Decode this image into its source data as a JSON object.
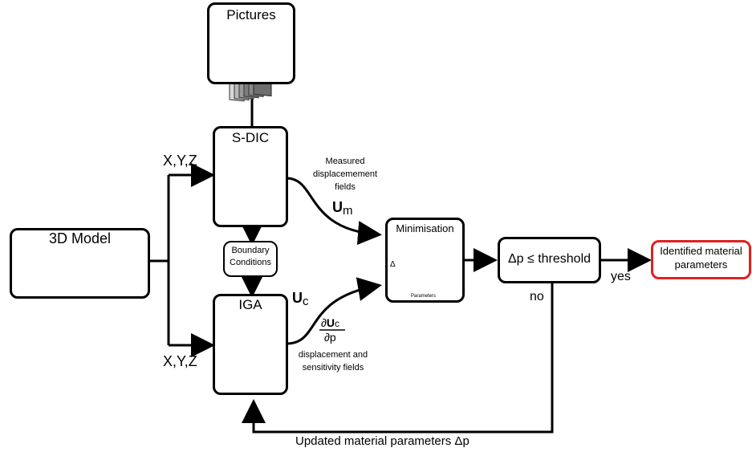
{
  "nodes": {
    "pictures": "Pictures",
    "sdic": "S-DIC",
    "model": "3D Model",
    "boundary": [
      "Boundary",
      "Conditions"
    ],
    "iga": "IGA",
    "minimisation": "Minimisation",
    "threshold": "Δp ≤ threshold",
    "identified": [
      "Identified material",
      "parameters"
    ]
  },
  "labels": {
    "xyz_top": "X,Y,Z",
    "xyz_bottom": "X,Y,Z",
    "measured": [
      "Measured",
      "displacemement",
      "fields"
    ],
    "um_base": "U",
    "um_sub": "m",
    "uc_base": "U",
    "uc_sub": "c",
    "deriv_num_a": "∂",
    "deriv_num_b": "U",
    "deriv_num_c": "c",
    "deriv_den": "∂p",
    "sensitivity": [
      "displacement and",
      "sensitivity fields"
    ],
    "yes": "yes",
    "no": "no",
    "updated": "Updated material parameters Δp"
  },
  "minimisation_plot": {
    "ylabel": "Δ",
    "xlabel": "Parameters"
  },
  "colors": {
    "outline": "#000000",
    "identified_border": "#e02020",
    "colormap_top": "#1f3cff",
    "colormap_mid": "#3ee07a",
    "colormap_bottom": "#ff2a00"
  }
}
